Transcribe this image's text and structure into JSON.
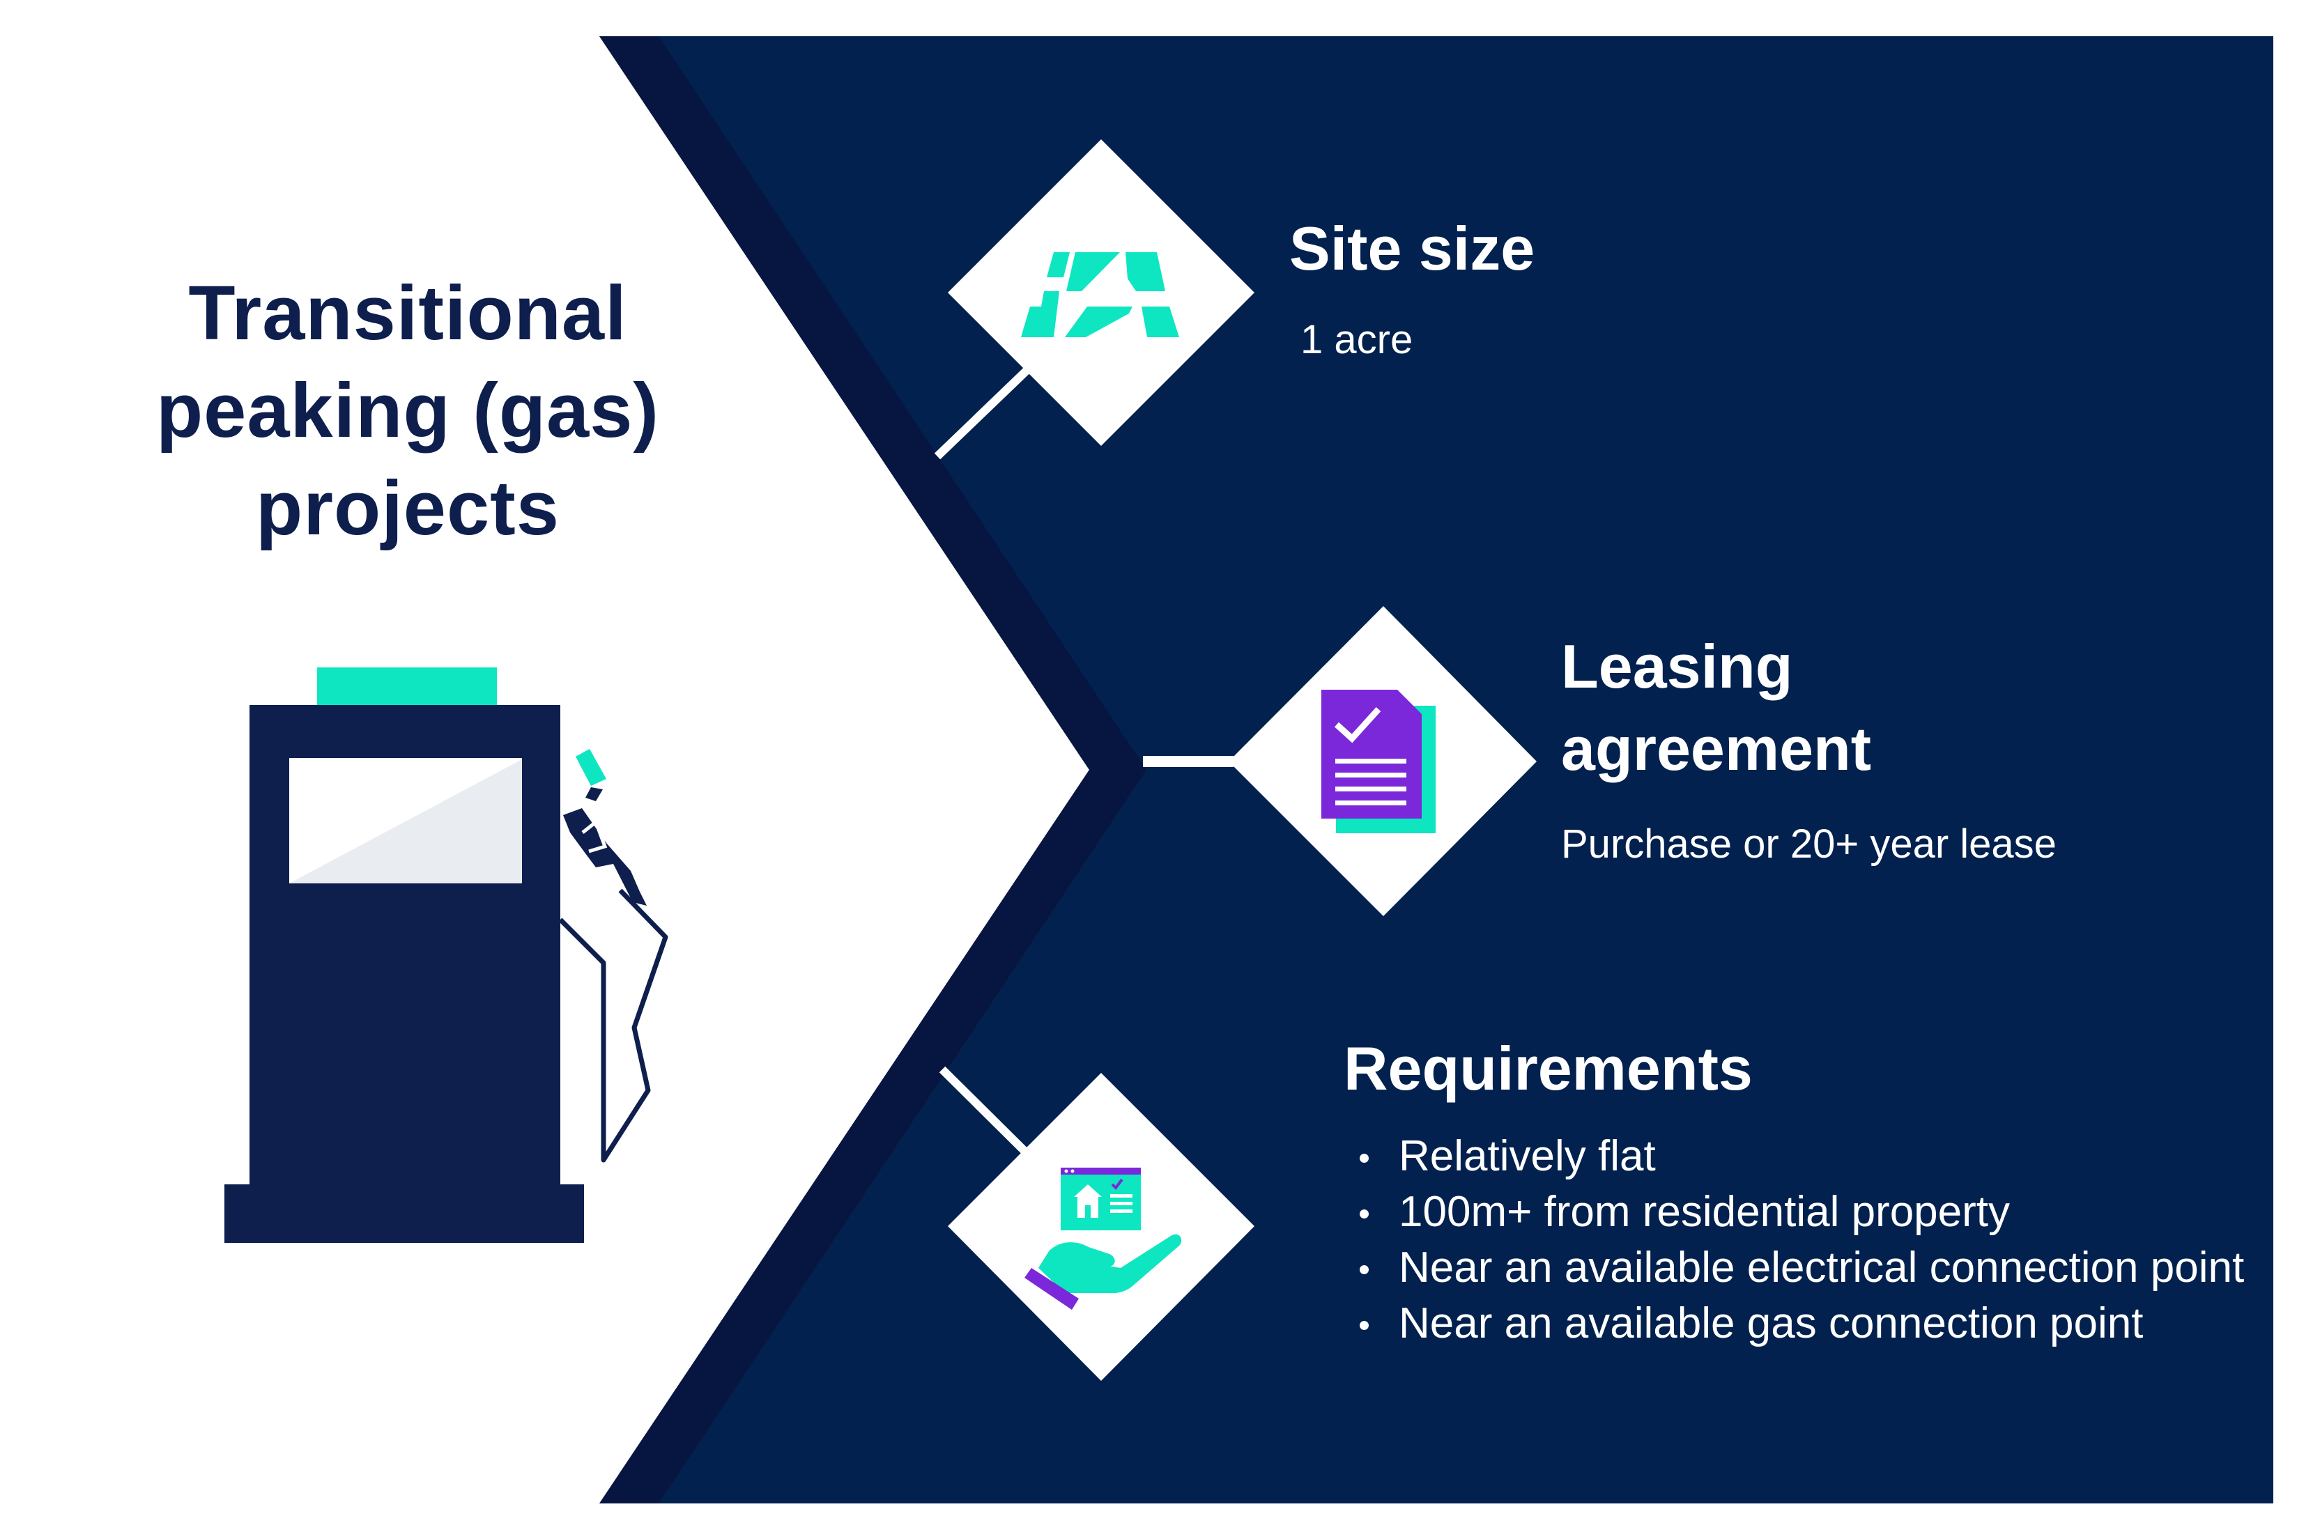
{
  "colors": {
    "navy": "#02214f",
    "chevron_dark": "#071640",
    "pump_navy": "#0e1f4d",
    "teal": "#0ee6c2",
    "purple": "#7a28d9",
    "white": "#ffffff",
    "screen_grey": "#e9ecf0"
  },
  "title": {
    "line1": "Transitional",
    "line2": "peaking (gas)",
    "line3": "projects"
  },
  "site_size": {
    "heading": "Site size",
    "value": "1 acre",
    "icon": "map-icon"
  },
  "leasing": {
    "heading_line1": "Leasing",
    "heading_line2": "agreement",
    "value": "Purchase or 20+ year lease",
    "icon": "document-check-icon"
  },
  "requirements": {
    "heading": "Requirements",
    "icon": "hand-holding-house-listing-icon",
    "items": [
      "Relatively flat",
      "100m+ from residential property",
      "Near an available electrical connection point",
      "Near an available gas connection point"
    ]
  },
  "illustration": {
    "icon": "gas-pump-icon"
  }
}
